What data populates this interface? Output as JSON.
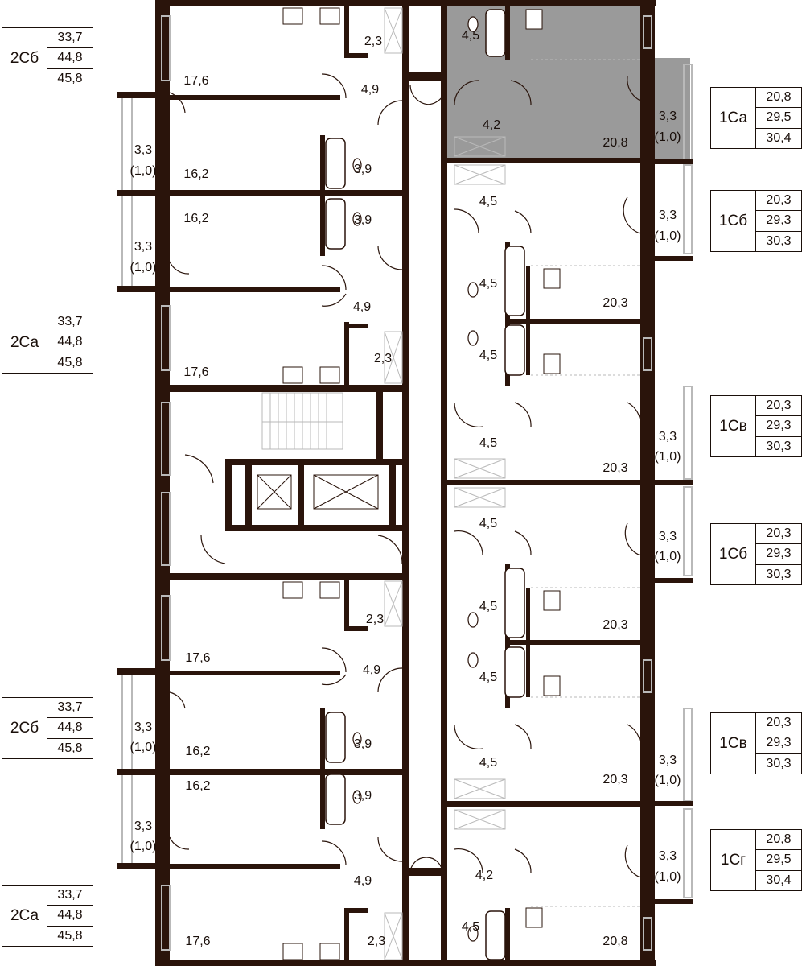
{
  "colors": {
    "wall": "#2a140b",
    "highlight": "#9a9a9a",
    "line": "#b9b9b9"
  },
  "room_labels": [
    {
      "id": "r1",
      "text": "2,3"
    },
    {
      "id": "r2",
      "text": "17,6"
    },
    {
      "id": "r3",
      "text": "4,9"
    },
    {
      "id": "r4",
      "text": "3,3"
    },
    {
      "id": "r5",
      "text": "(1,0)"
    },
    {
      "id": "r6",
      "text": "16,2"
    },
    {
      "id": "r7",
      "text": "3,9"
    },
    {
      "id": "r8",
      "text": "16,2"
    },
    {
      "id": "r9",
      "text": "3,9"
    },
    {
      "id": "r10",
      "text": "3,3"
    },
    {
      "id": "r11",
      "text": "(1,0)"
    },
    {
      "id": "r12",
      "text": "4,9"
    },
    {
      "id": "r13",
      "text": "17,6"
    },
    {
      "id": "r14",
      "text": "2,3"
    },
    {
      "id": "r15",
      "text": "2,3"
    },
    {
      "id": "r16",
      "text": "17,6"
    },
    {
      "id": "r17",
      "text": "4,9"
    },
    {
      "id": "r18",
      "text": "3,3"
    },
    {
      "id": "r19",
      "text": "(1,0)"
    },
    {
      "id": "r20",
      "text": "16,2"
    },
    {
      "id": "r21",
      "text": "3,9"
    },
    {
      "id": "r22",
      "text": "16,2"
    },
    {
      "id": "r23",
      "text": "3,9"
    },
    {
      "id": "r24",
      "text": "3,3"
    },
    {
      "id": "r25",
      "text": "(1,0)"
    },
    {
      "id": "r26",
      "text": "4,9"
    },
    {
      "id": "r27",
      "text": "17,6"
    },
    {
      "id": "r28",
      "text": "2,3"
    },
    {
      "id": "r29",
      "text": "4,5"
    },
    {
      "id": "r30",
      "text": "4,2"
    },
    {
      "id": "r31",
      "text": "20,8"
    },
    {
      "id": "r32",
      "text": "3,3"
    },
    {
      "id": "r33",
      "text": "(1,0)"
    },
    {
      "id": "r34",
      "text": "4,5"
    },
    {
      "id": "r35",
      "text": "3,3"
    },
    {
      "id": "r36",
      "text": "(1,0)"
    },
    {
      "id": "r37",
      "text": "4,5"
    },
    {
      "id": "r38",
      "text": "20,3"
    },
    {
      "id": "r39",
      "text": "4,5"
    },
    {
      "id": "r40",
      "text": "4,5"
    },
    {
      "id": "r41",
      "text": "3,3"
    },
    {
      "id": "r42",
      "text": "(1,0)"
    },
    {
      "id": "r43",
      "text": "20,3"
    },
    {
      "id": "r44",
      "text": "4,5"
    },
    {
      "id": "r45",
      "text": "3,3"
    },
    {
      "id": "r46",
      "text": "(1,0)"
    },
    {
      "id": "r47",
      "text": "4,5"
    },
    {
      "id": "r48",
      "text": "20,3"
    },
    {
      "id": "r49",
      "text": "4,5"
    },
    {
      "id": "r50",
      "text": "4,5"
    },
    {
      "id": "r51",
      "text": "3,3"
    },
    {
      "id": "r52",
      "text": "(1,0)"
    },
    {
      "id": "r53",
      "text": "20,3"
    },
    {
      "id": "r54",
      "text": "3,3"
    },
    {
      "id": "r55",
      "text": "(1,0)"
    },
    {
      "id": "r56",
      "text": "4,2"
    },
    {
      "id": "r57",
      "text": "4,5"
    },
    {
      "id": "r58",
      "text": "20,8"
    }
  ],
  "apartment_cards": [
    {
      "type": "2Сб",
      "areas": [
        "33,7",
        "44,8",
        "45,8"
      ]
    },
    {
      "type": "2Са",
      "areas": [
        "33,7",
        "44,8",
        "45,8"
      ]
    },
    {
      "type": "2Сб",
      "areas": [
        "33,7",
        "44,8",
        "45,8"
      ]
    },
    {
      "type": "2Са",
      "areas": [
        "33,7",
        "44,8",
        "45,8"
      ]
    },
    {
      "type": "1Са",
      "areas": [
        "20,8",
        "29,5",
        "30,4"
      ]
    },
    {
      "type": "1Сб",
      "areas": [
        "20,3",
        "29,3",
        "30,3"
      ]
    },
    {
      "type": "1Св",
      "areas": [
        "20,3",
        "29,3",
        "30,3"
      ]
    },
    {
      "type": "1Сб",
      "areas": [
        "20,3",
        "29,3",
        "30,3"
      ]
    },
    {
      "type": "1Св",
      "areas": [
        "20,3",
        "29,3",
        "30,3"
      ]
    },
    {
      "type": "1Сг",
      "areas": [
        "20,8",
        "29,5",
        "30,4"
      ]
    }
  ]
}
